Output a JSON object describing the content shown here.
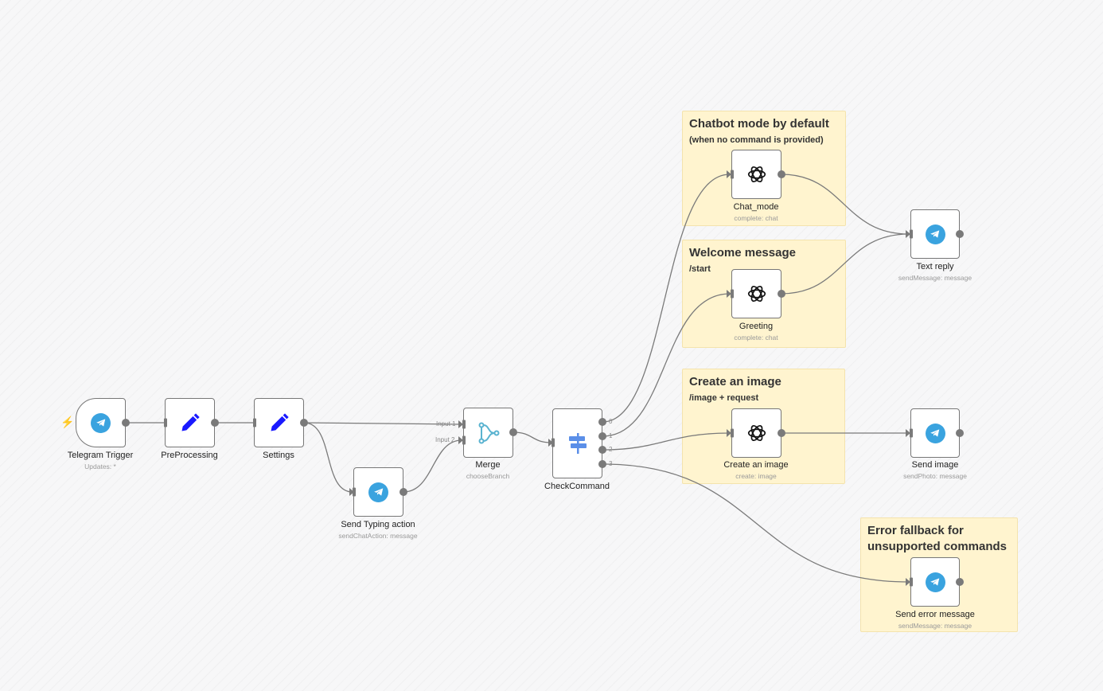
{
  "workflow": {
    "notes": {
      "chatbot": {
        "title": "Chatbot mode by default",
        "subtitle": "(when no command is provided)"
      },
      "welcome": {
        "title": "Welcome message",
        "subtitle": "/start"
      },
      "image": {
        "title": "Create an image",
        "subtitle": "/image + request"
      },
      "error": {
        "title": "Error fallback for unsupported commands",
        "subtitle": ""
      }
    },
    "nodes": {
      "telegram_trigger": {
        "name": "Telegram Trigger",
        "subtitle": "Updates: *",
        "icon": "telegram-icon"
      },
      "preprocessing": {
        "name": "PreProcessing",
        "subtitle": "",
        "icon": "pencil-icon"
      },
      "settings": {
        "name": "Settings",
        "subtitle": "",
        "icon": "pencil-icon"
      },
      "send_typing": {
        "name": "Send Typing action",
        "subtitle": "sendChatAction: message",
        "icon": "telegram-icon"
      },
      "merge": {
        "name": "Merge",
        "subtitle": "chooseBranch",
        "icon": "merge-icon",
        "input1": "Input 1",
        "input2": "Input 2"
      },
      "check_command": {
        "name": "CheckCommand",
        "subtitle": "",
        "icon": "switch-icon",
        "outputs": [
          "0",
          "1",
          "2",
          "3"
        ]
      },
      "chat_mode": {
        "name": "Chat_mode",
        "subtitle": "complete: chat",
        "icon": "openai-icon"
      },
      "greeting": {
        "name": "Greeting",
        "subtitle": "complete: chat",
        "icon": "openai-icon"
      },
      "create_image": {
        "name": "Create an image",
        "subtitle": "create: image",
        "icon": "openai-icon"
      },
      "text_reply": {
        "name": "Text reply",
        "subtitle": "sendMessage: message",
        "icon": "telegram-icon"
      },
      "send_image": {
        "name": "Send image",
        "subtitle": "sendPhoto: message",
        "icon": "telegram-icon"
      },
      "send_error": {
        "name": "Send error message",
        "subtitle": "sendMessage: message",
        "icon": "telegram-icon"
      }
    },
    "colors": {
      "telegram": "#3aa3df",
      "pencil": "#1a1aff",
      "merge": "#5ab3d0",
      "switch": "#5b8fe8",
      "sticky": "#fff4cf",
      "edge": "#7a7a7a",
      "trigger_bolt": "#ef5f3c"
    }
  }
}
